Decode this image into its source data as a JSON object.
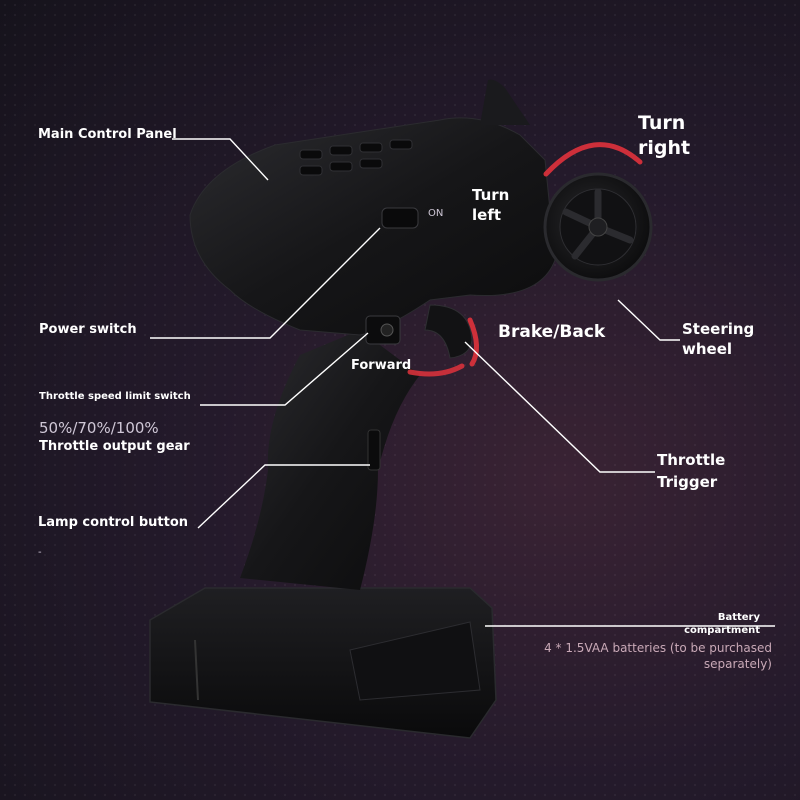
{
  "labels": {
    "main_control_panel": "Main Control Panel",
    "turn_right_1": "Turn",
    "turn_right_2": "right",
    "turn_left_1": "Turn",
    "turn_left_2": "left",
    "power_switch": "Power switch",
    "brake_back": "Brake/Back",
    "steering_wheel_1": "Steering",
    "steering_wheel_2": "wheel",
    "forward": "Forward",
    "throttle_speed_limit_switch": "Throttle speed limit switch",
    "gear_values": "50%/70%/100%",
    "throttle_output_gear": "Throttle output gear",
    "throttle_trigger_1": "Throttle",
    "throttle_trigger_2": "Trigger",
    "lamp_control_button": "Lamp control button",
    "dash": "-",
    "battery_compartment_1": "Battery",
    "battery_compartment_2": "compartment",
    "battery_note_1": "4 * 1.5VAA batteries (to be purchased",
    "battery_note_2": "separately)",
    "switch_on": "ON"
  },
  "colors": {
    "accent_red": "#e0323c",
    "body_black": "#151517",
    "text_white": "#ffffff"
  }
}
